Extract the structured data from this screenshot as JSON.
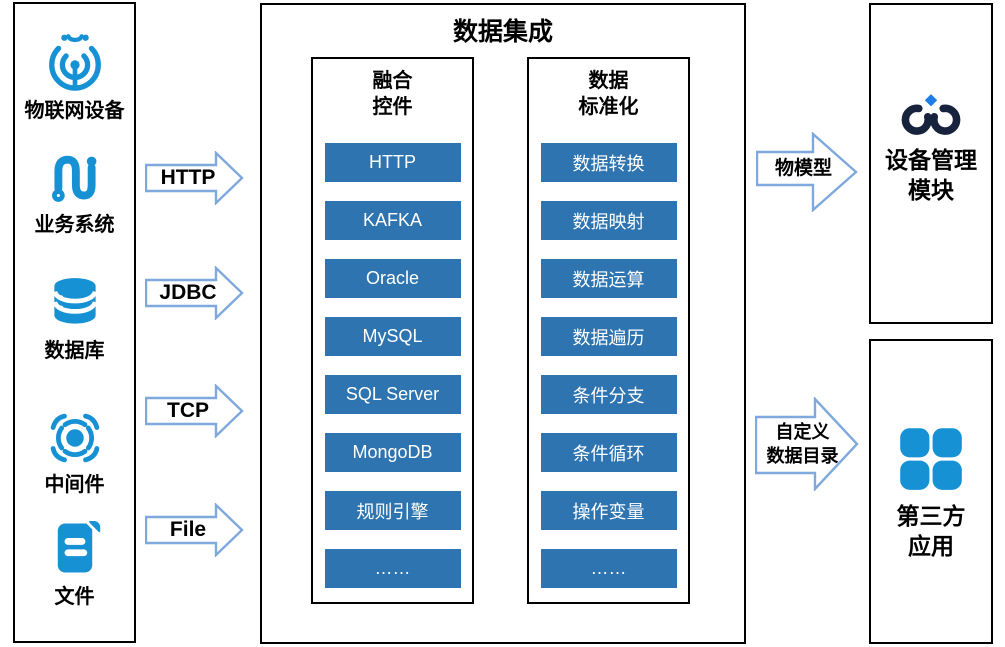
{
  "sources": {
    "items": [
      {
        "label": "物联网设备",
        "icon": "iot-device-icon"
      },
      {
        "label": "业务系统",
        "icon": "business-system-icon"
      },
      {
        "label": "数据库",
        "icon": "database-icon"
      },
      {
        "label": "中间件",
        "icon": "middleware-icon"
      },
      {
        "label": "文件",
        "icon": "file-icon"
      }
    ]
  },
  "protocol_arrows": [
    {
      "label": "HTTP"
    },
    {
      "label": "JDBC"
    },
    {
      "label": "TCP"
    },
    {
      "label": "File"
    }
  ],
  "integration": {
    "title": "数据集成",
    "fusion": {
      "title_line1": "融合",
      "title_line2": "控件",
      "items": [
        "HTTP",
        "KAFKA",
        "Oracle",
        "MySQL",
        "SQL Server",
        "MongoDB",
        "规则引擎",
        "……"
      ]
    },
    "standardization": {
      "title_line1": "数据",
      "title_line2": "标准化",
      "items": [
        "数据转换",
        "数据映射",
        "数据运算",
        "数据遍历",
        "条件分支",
        "条件循环",
        "操作变量",
        "……"
      ]
    }
  },
  "output_arrows": [
    {
      "label": "物模型"
    },
    {
      "line1": "自定义",
      "line2": "数据目录"
    }
  ],
  "targets": [
    {
      "line1": "设备管理",
      "line2": "模块",
      "icon": "device-management-icon"
    },
    {
      "line1": "第三方",
      "line2": "应用",
      "icon": "third-party-app-icon"
    }
  ],
  "colors": {
    "button_blue": "#2E74B0",
    "icon_blue": "#1692D4",
    "arrow_outline": "#7FA8DC",
    "device_icon_navy": "#17233C",
    "device_icon_diamond": "#1D7CE5",
    "text_black": "#000000"
  }
}
